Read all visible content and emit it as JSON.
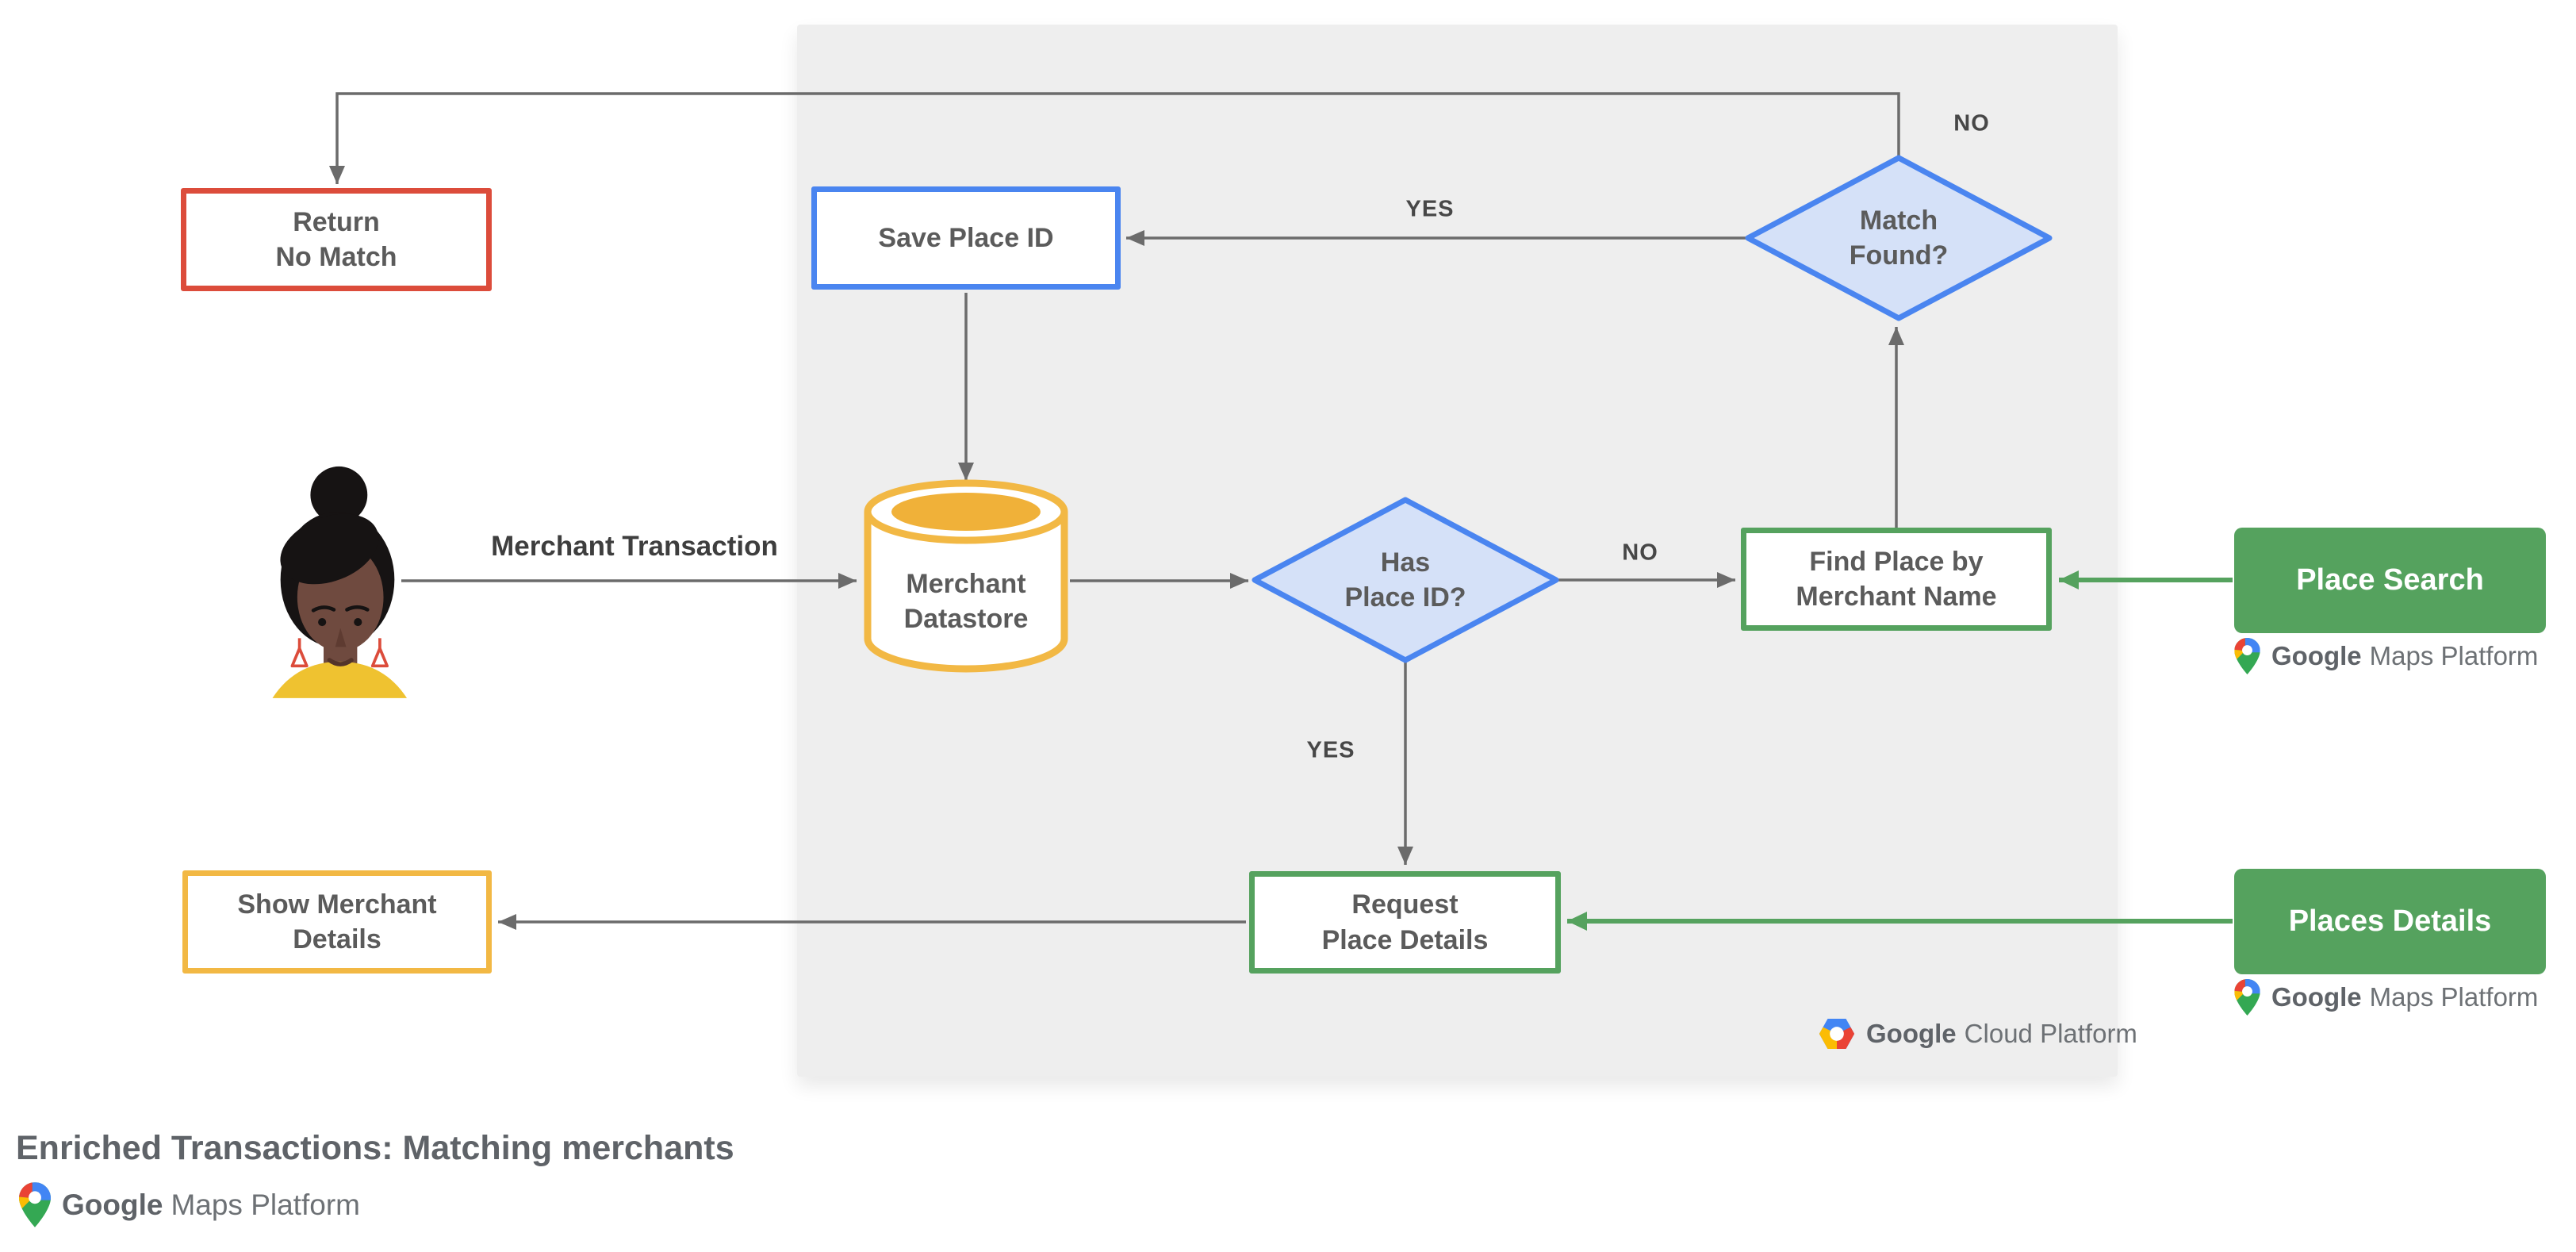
{
  "title": "Enriched Transactions: Matching merchants",
  "nodes": {
    "return_no_match": "Return\nNo Match",
    "save_place_id": "Save Place ID",
    "match_found": "Match\nFound?",
    "merchant_datastore": "Merchant\nDatastore",
    "has_place_id": "Has\nPlace ID?",
    "find_place_by_merchant_name": "Find Place by\nMerchant Name",
    "place_search": "Place Search",
    "request_place_details": "Request\nPlace Details",
    "places_details": "Places Details",
    "show_merchant_details": "Show Merchant\nDetails"
  },
  "edge_labels": {
    "merchant_transaction": "Merchant Transaction",
    "match_found_yes": "YES",
    "match_found_no": "NO",
    "has_place_id_no": "NO",
    "has_place_id_yes": "YES"
  },
  "logos": {
    "google_cloud_platform": {
      "google": "Google",
      "product": "Cloud Platform"
    },
    "google_maps_platform": {
      "google": "Google",
      "product": "Maps Platform"
    }
  },
  "icons": {
    "maps_pin": "google-maps-pin-icon (multicolor map pin, white dot center)",
    "gcp_hexagon": "google-cloud-hexagon-icon (multicolor hexagon, white dot center)",
    "merchant_avatar": "merchant-user-avatar (woman, hair bun, red triangle earrings, yellow top)"
  },
  "colors": {
    "panel_background": "#EEEEEE",
    "process_blue": "#4A85F0",
    "decision_fill": "#D5E1F8",
    "terminal_red": "#DC4C3B",
    "datastore_yellow": "#F2B844",
    "api_green": "#55A25E",
    "connector_gray": "#6B6B6B",
    "node_text_gray": "#5B5B5B",
    "title_gray": "#5F6368"
  }
}
